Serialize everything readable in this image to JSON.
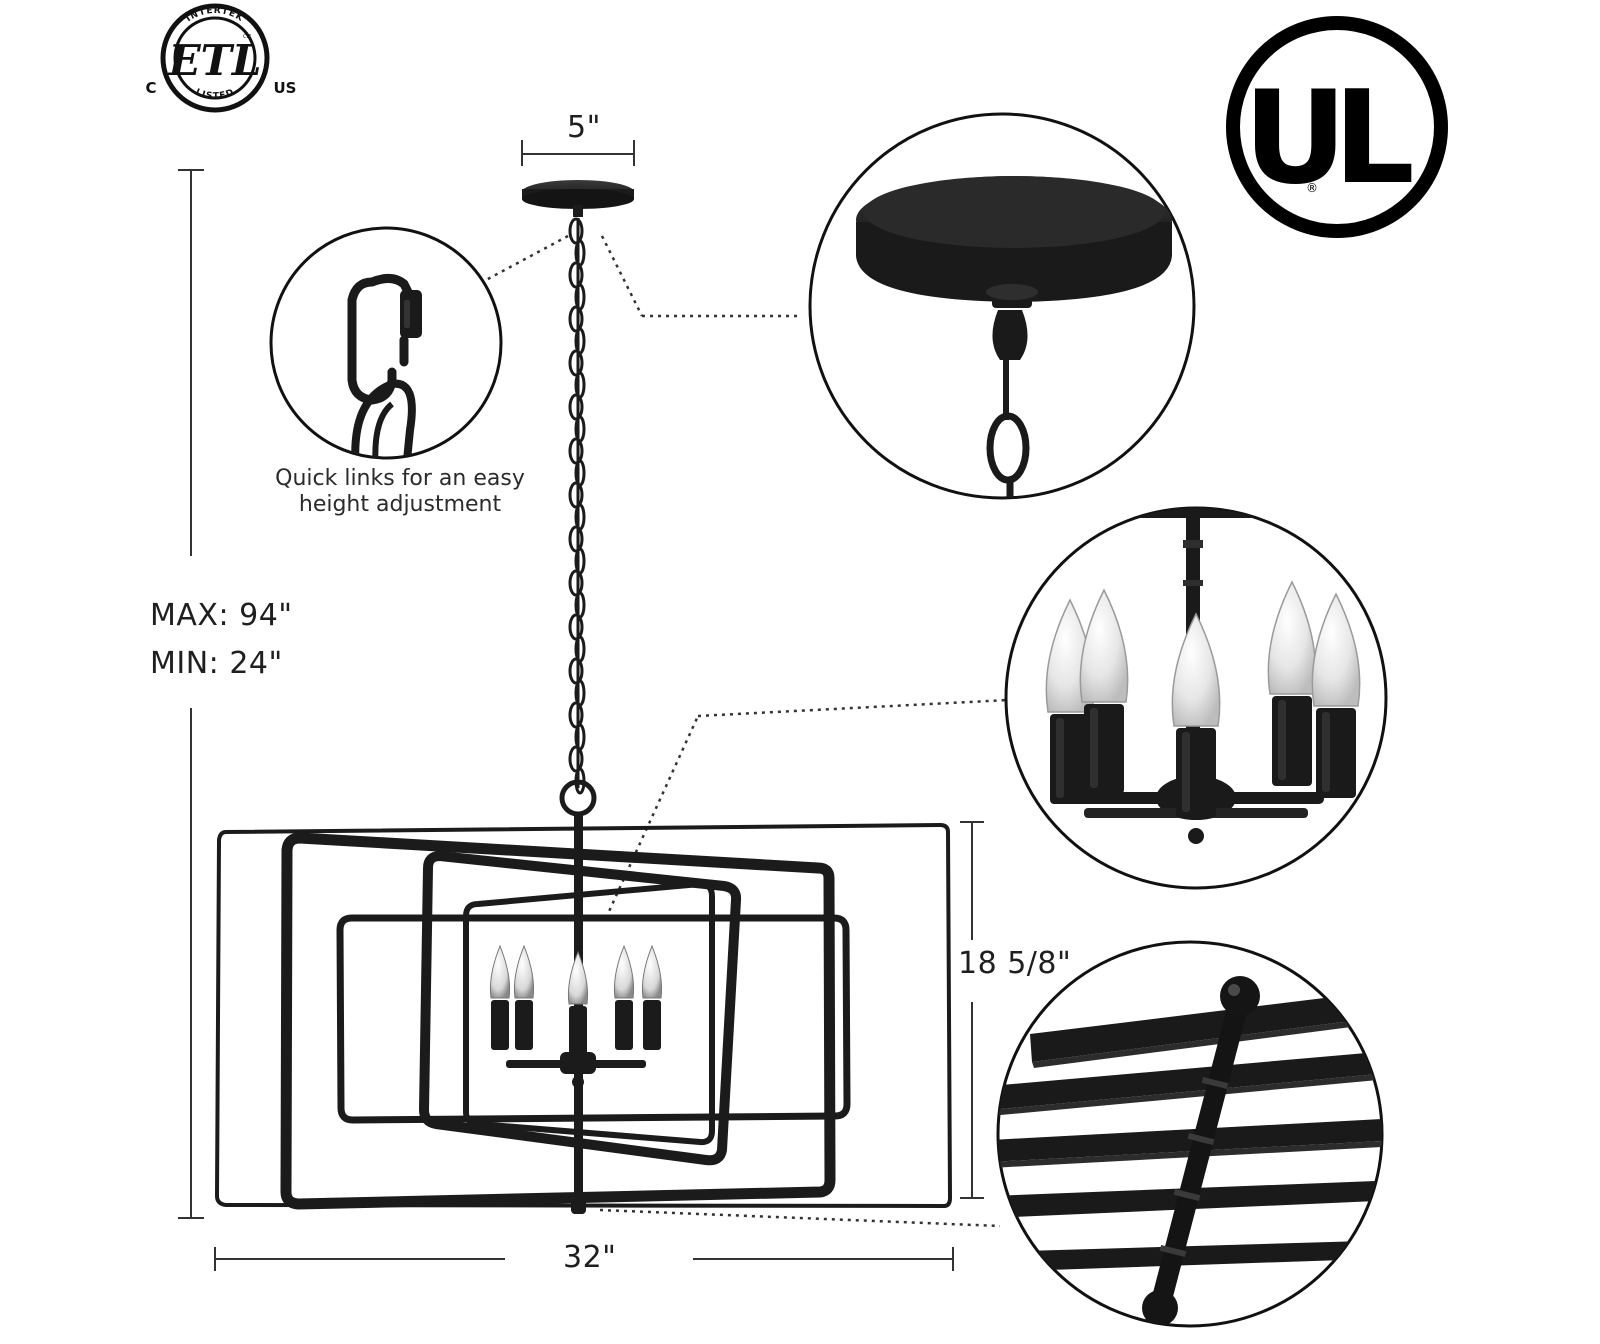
{
  "certifications": {
    "etl": {
      "mark": "ETL",
      "ring_top": "INTERTEK",
      "ring_bottom": "LISTED",
      "left": "C",
      "right": "US",
      "small": "CM"
    },
    "ul": {
      "mark": "UL",
      "registered": "®"
    }
  },
  "dimensions": {
    "canopy_width": "5\"",
    "max_height": "MAX: 94\"",
    "min_height": "MIN: 24\"",
    "frame_height": "18 5/8\"",
    "width": "32\""
  },
  "callouts": {
    "quick_link_caption_line1": "Quick links for an easy",
    "quick_link_caption_line2": "height adjustment"
  },
  "colors": {
    "fixture": "#1b1b1b",
    "background": "#ffffff",
    "bulb": "#e9e9e9"
  }
}
